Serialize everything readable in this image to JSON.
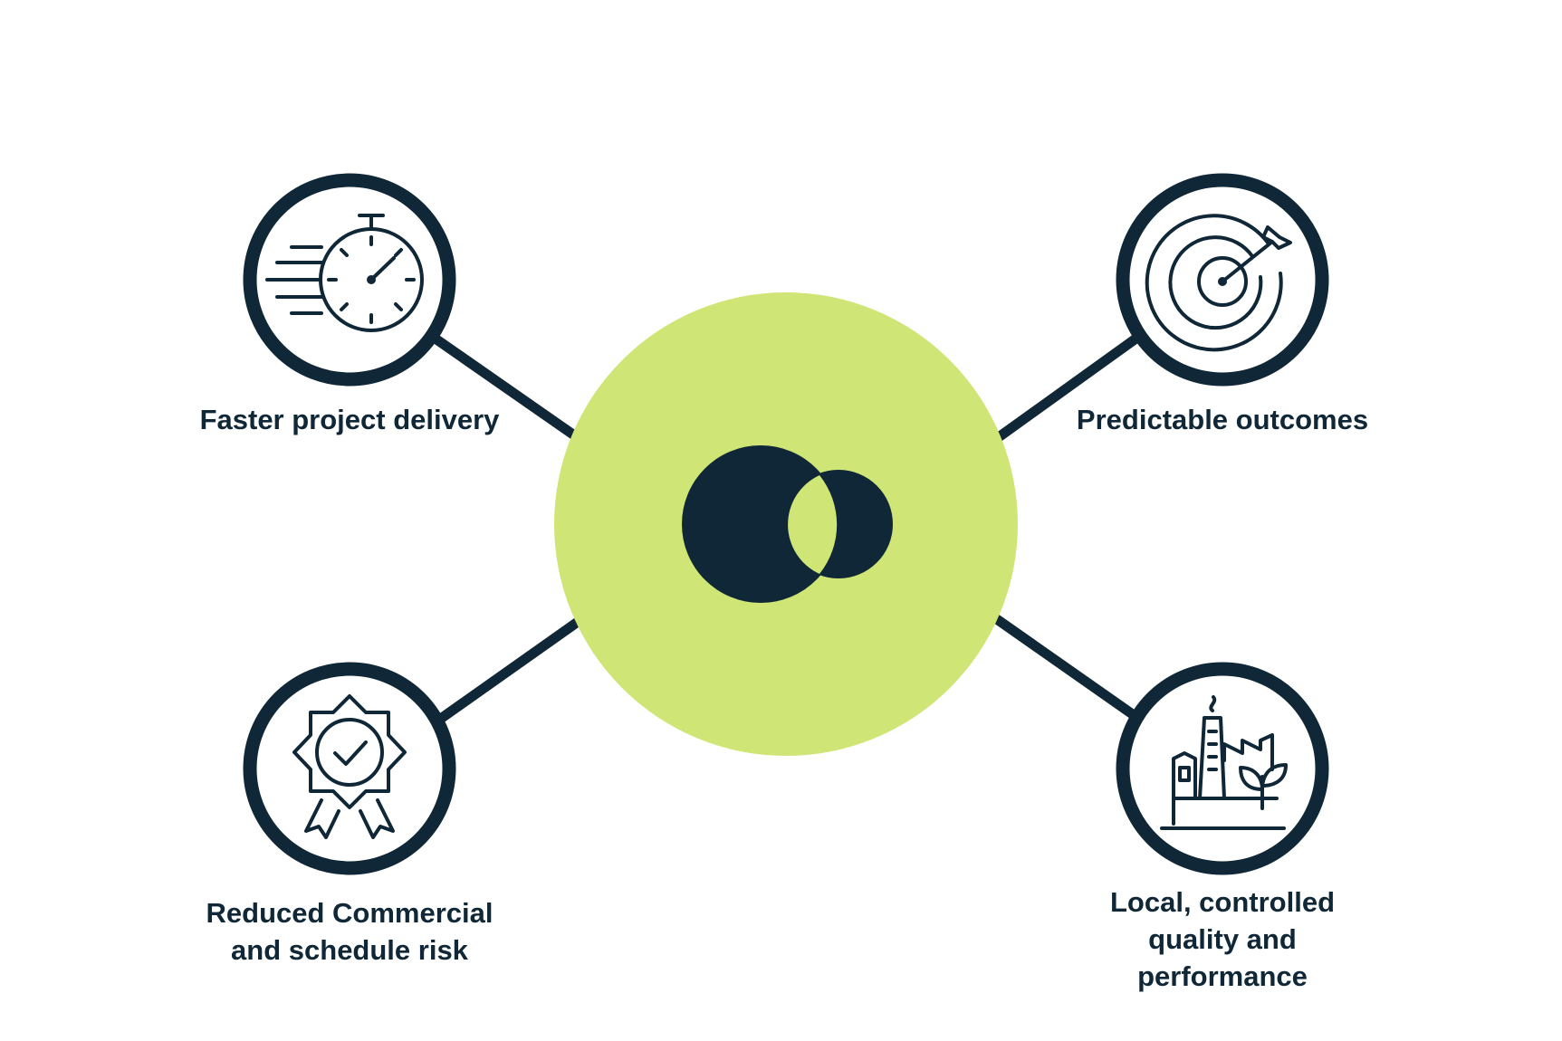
{
  "colors": {
    "dark": "#0f2736",
    "accent": "#cfe575",
    "background": "#ffffff"
  },
  "center": {
    "icon": "overlapping-circles-logo-icon"
  },
  "nodes": [
    {
      "id": "top-left",
      "icon": "stopwatch-speed-icon",
      "label_lines": [
        "Faster project delivery"
      ]
    },
    {
      "id": "top-right",
      "icon": "target-arrow-icon",
      "label_lines": [
        "Predictable outcomes"
      ]
    },
    {
      "id": "bottom-left",
      "icon": "award-badge-check-icon",
      "label_lines": [
        "Reduced Commercial",
        "and schedule risk"
      ]
    },
    {
      "id": "bottom-right",
      "icon": "factory-leaf-icon",
      "label_lines": [
        "Local, controlled",
        "quality and",
        "performance"
      ]
    }
  ]
}
